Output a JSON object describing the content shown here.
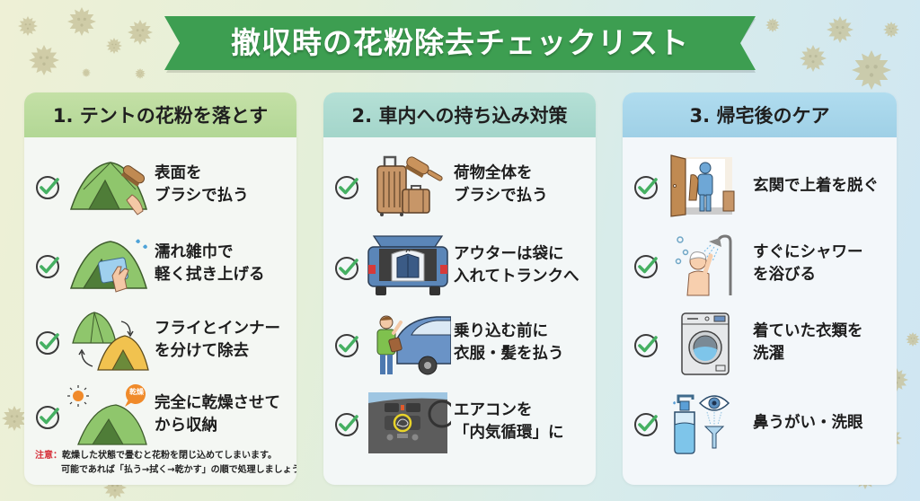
{
  "title": "撤収時の花粉除去チェックリスト",
  "colors": {
    "banner_green": "#3b9c50",
    "check_green": "#45b062",
    "check_ring": "#3a3a3a",
    "header1": "#b5d898",
    "header2": "#a6d7cb",
    "header3": "#a2d2e8",
    "note_red": "#d6303a",
    "pollen": "#c8c49d"
  },
  "sections": [
    {
      "header": "1. テントの花粉を落とす",
      "items": [
        {
          "icon": "tent-brush-icon",
          "line1": "表面を",
          "line2": "ブラシで払う"
        },
        {
          "icon": "tent-wet-cloth-icon",
          "line1": "濡れ雑巾で",
          "line2": "軽く拭き上げる"
        },
        {
          "icon": "tent-fly-inner-icon",
          "line1": "フライとインナー",
          "line2": "を分けて除去"
        },
        {
          "icon": "tent-sun-dry-icon",
          "badge": "乾燥",
          "line1": "完全に乾燥させて",
          "line2": "から収納"
        }
      ],
      "note": {
        "label": "注意：",
        "line1": "乾燥した状態で畳むと花粉を閉じ込めてしまいます。",
        "line2": "可能であれば「払う→拭く→乾かす」の順で処理しましょう。"
      }
    },
    {
      "header": "2. 車内への持ち込み対策",
      "items": [
        {
          "icon": "luggage-brush-icon",
          "line1": "荷物全体を",
          "line2": "ブラシで払う"
        },
        {
          "icon": "car-trunk-jacket-icon",
          "line1": "アウターは袋に",
          "line2": "入れてトランクへ"
        },
        {
          "icon": "person-brushing-by-car-icon",
          "line1": "乗り込む前に",
          "line2": "衣服・髪を払う"
        },
        {
          "icon": "car-ac-recirculation-icon",
          "line1": "エアコンを",
          "line2": "「内気循環」に"
        }
      ]
    },
    {
      "header": "3. 帰宅後のケア",
      "items": [
        {
          "icon": "entrance-door-coat-icon",
          "line1": "玄関で上着を脱ぐ",
          "line2": ""
        },
        {
          "icon": "shower-icon",
          "line1": "すぐにシャワー",
          "line2": "を浴びる"
        },
        {
          "icon": "washing-machine-icon",
          "line1": "着ていた衣類を",
          "line2": "洗濯"
        },
        {
          "icon": "nasal-rinse-eyewash-icon",
          "line1": "鼻うがい・洗眼",
          "line2": ""
        }
      ]
    }
  ]
}
